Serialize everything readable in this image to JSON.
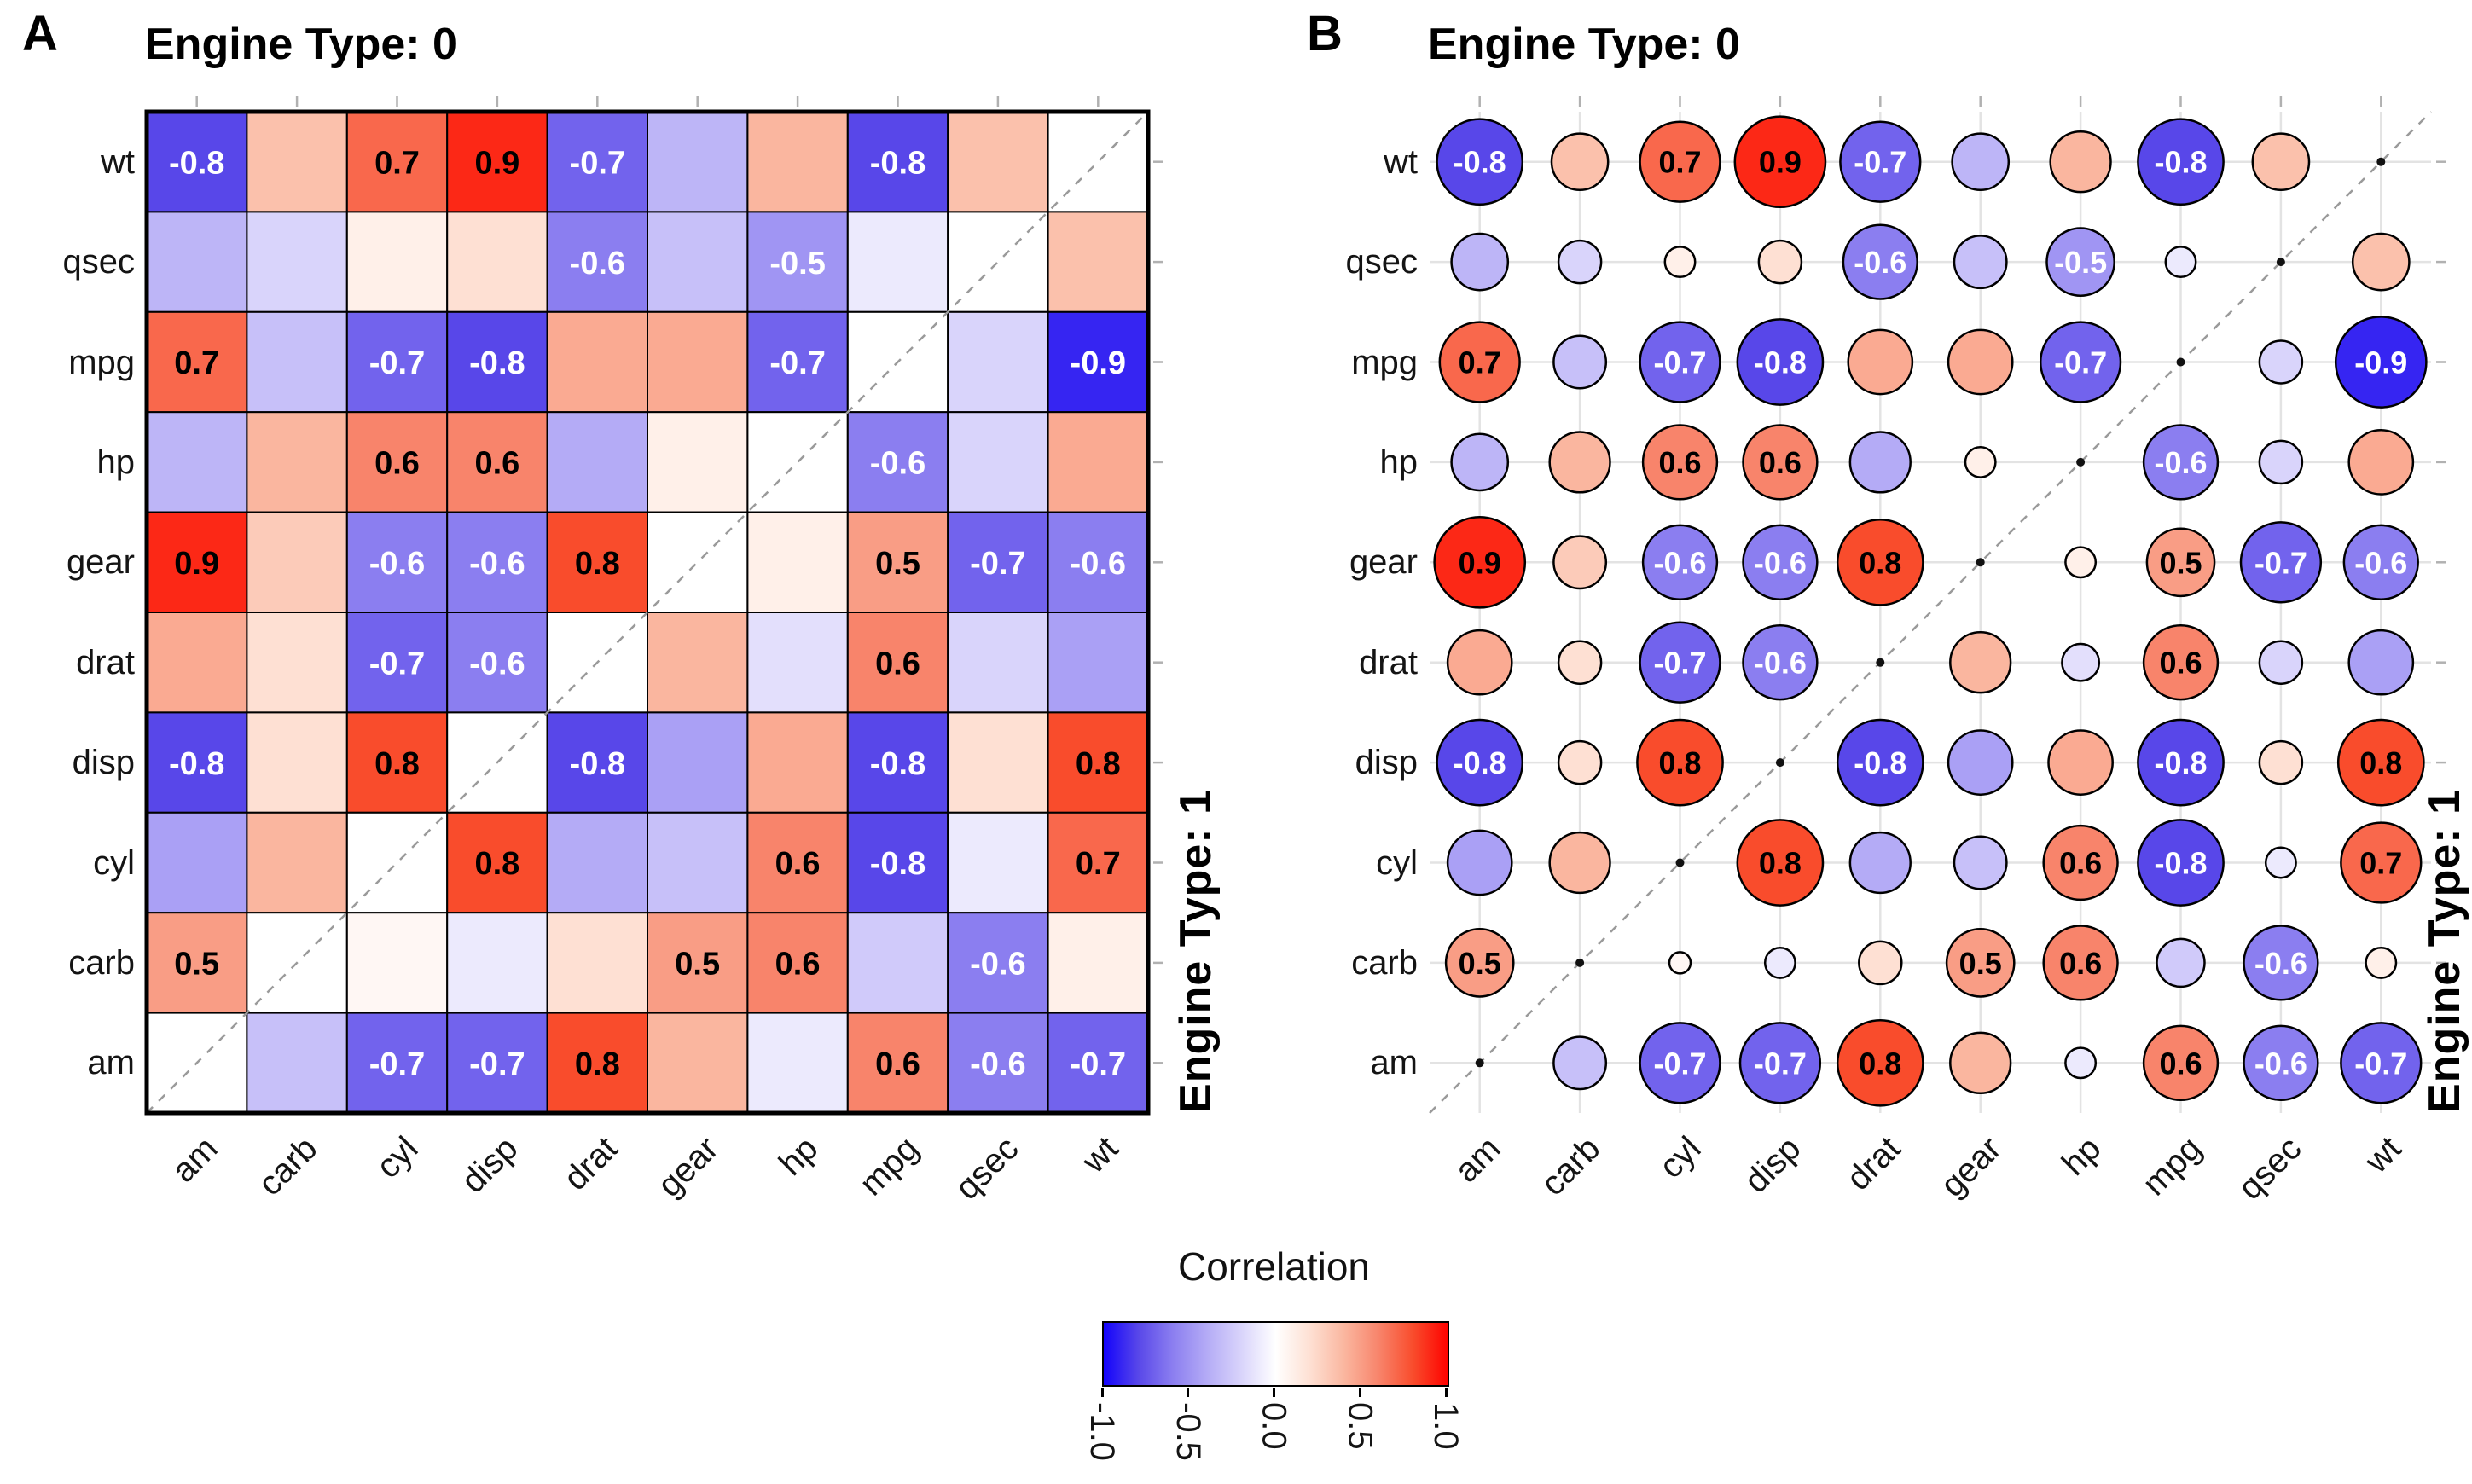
{
  "figure": {
    "panel_a": {
      "tag": "A",
      "title": "Engine Type: 0",
      "right_title": "Engine Type: 1"
    },
    "panel_b": {
      "tag": "B",
      "title": "Engine Type: 0",
      "right_title": "Engine Type: 1"
    }
  },
  "legend": {
    "title": "Correlation",
    "tick_labels": [
      "-1.0",
      "-0.5",
      "0.0",
      "0.5",
      "1.0"
    ],
    "tick_values": [
      -1,
      -0.5,
      0,
      0.5,
      1
    ]
  },
  "colorscale": {
    "anchors": [
      [
        -1.0,
        "#1303FB"
      ],
      [
        -0.8,
        "#5847E9"
      ],
      [
        -0.6,
        "#8B7EF0"
      ],
      [
        -0.4,
        "#B4ABF6"
      ],
      [
        -0.2,
        "#D9D4FB"
      ],
      [
        0.0,
        "#FFFFFF"
      ],
      [
        0.2,
        "#FEE0D3"
      ],
      [
        0.4,
        "#FAB69F"
      ],
      [
        0.6,
        "#F8846B"
      ],
      [
        0.8,
        "#F94C2C"
      ],
      [
        1.0,
        "#FE0300"
      ]
    ]
  },
  "chart_data": {
    "type": "heatmap",
    "description": "Pairwise correlation matrices of mtcars variables; upper-left triangle = Engine Type 0, lower-right triangle = Engine Type 1. Panel A uses colored squares, panel B uses sized circles.",
    "columns": [
      "am",
      "carb",
      "cyl",
      "disp",
      "drat",
      "gear",
      "hp",
      "mpg",
      "qsec",
      "wt"
    ],
    "rows": [
      "wt",
      "qsec",
      "mpg",
      "hp",
      "gear",
      "drat",
      "disp",
      "cyl",
      "carb",
      "am"
    ],
    "values": [
      [
        -0.8,
        0.35,
        0.7,
        0.9,
        -0.7,
        -0.35,
        0.4,
        -0.8,
        0.35,
        null
      ],
      [
        -0.35,
        -0.2,
        0.1,
        0.2,
        -0.6,
        -0.3,
        -0.5,
        -0.1,
        null,
        0.35
      ],
      [
        0.7,
        -0.3,
        -0.7,
        -0.8,
        0.45,
        0.45,
        -0.7,
        null,
        -0.2,
        -0.9
      ],
      [
        -0.35,
        0.4,
        0.6,
        0.6,
        -0.4,
        0.1,
        null,
        -0.6,
        -0.2,
        0.45
      ],
      [
        0.9,
        0.3,
        -0.6,
        -0.6,
        0.8,
        null,
        0.1,
        0.5,
        -0.7,
        -0.6
      ],
      [
        0.45,
        0.2,
        -0.7,
        -0.6,
        null,
        0.4,
        -0.15,
        0.6,
        -0.2,
        -0.45
      ],
      [
        -0.8,
        0.2,
        0.8,
        null,
        -0.8,
        -0.45,
        0.45,
        -0.8,
        0.2,
        0.8
      ],
      [
        -0.45,
        0.4,
        null,
        0.8,
        -0.4,
        -0.3,
        0.6,
        -0.8,
        -0.1,
        0.7
      ],
      [
        0.5,
        null,
        0.05,
        -0.1,
        0.2,
        0.5,
        0.6,
        -0.25,
        -0.6,
        0.1
      ],
      [
        null,
        -0.3,
        -0.7,
        -0.7,
        0.8,
        0.4,
        -0.1,
        0.6,
        -0.6,
        -0.7
      ]
    ],
    "label_threshold": 0.5,
    "value_range": [
      -1,
      1
    ],
    "panel_a_style": "square",
    "panel_b_style": "circle"
  }
}
